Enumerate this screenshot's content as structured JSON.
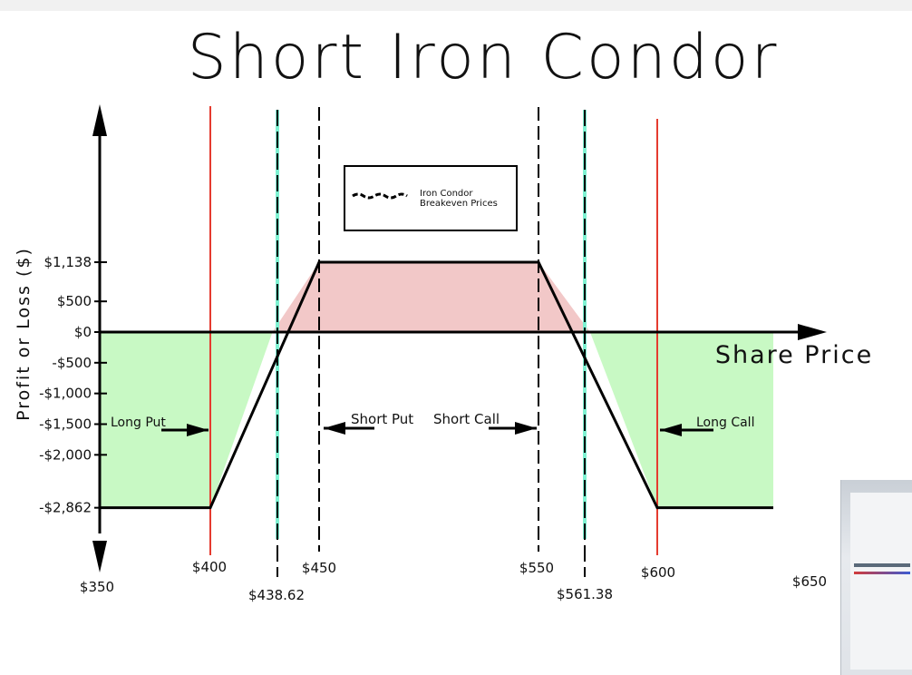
{
  "chart_data": {
    "type": "line",
    "title": "Short Iron Condor",
    "xlabel": "Share Price",
    "ylabel": "Profit or Loss ($)",
    "x_ticks": [
      {
        "value": 350,
        "label": "$350"
      },
      {
        "value": 400,
        "label": "$400"
      },
      {
        "value": 438.62,
        "label": "$438.62"
      },
      {
        "value": 450,
        "label": "$450"
      },
      {
        "value": 550,
        "label": "$550"
      },
      {
        "value": 561.38,
        "label": "$561.38"
      },
      {
        "value": 600,
        "label": "$600"
      },
      {
        "value": 650,
        "label": "$650"
      }
    ],
    "y_ticks": [
      {
        "value": 1138,
        "label": "$1,138"
      },
      {
        "value": 500,
        "label": "$500"
      },
      {
        "value": 0,
        "label": "$0"
      },
      {
        "value": -500,
        "label": "-$500"
      },
      {
        "value": -1000,
        "label": "-$1,000"
      },
      {
        "value": -1500,
        "label": "-$1,500"
      },
      {
        "value": -2000,
        "label": "-$2,000"
      },
      {
        "value": -2862,
        "label": "-$2,862"
      }
    ],
    "payoff": {
      "x": [
        400,
        450,
        550,
        600
      ],
      "y": [
        -2862,
        1138,
        1138,
        -2862
      ],
      "x_ext": [
        350,
        650
      ]
    },
    "strikes": {
      "long_put": 400,
      "short_put": 450,
      "short_call": 550,
      "long_call": 600
    },
    "breakevens": [
      438.62,
      561.38
    ],
    "annotations": {
      "long_put": "Long Put",
      "short_put": "Short Put",
      "short_call": "Short Call",
      "long_call": "Long Call"
    },
    "legend": {
      "label_line1": "Iron Condor",
      "label_line2": "Breakeven Prices",
      "position": "top-center"
    },
    "colors": {
      "profit_fill": "#f2c8c8",
      "loss_fill": "#c8f9c4",
      "strike_line": "#e53b2f",
      "breakeven_line": "#7ef2d2",
      "axis": "#000000"
    }
  }
}
